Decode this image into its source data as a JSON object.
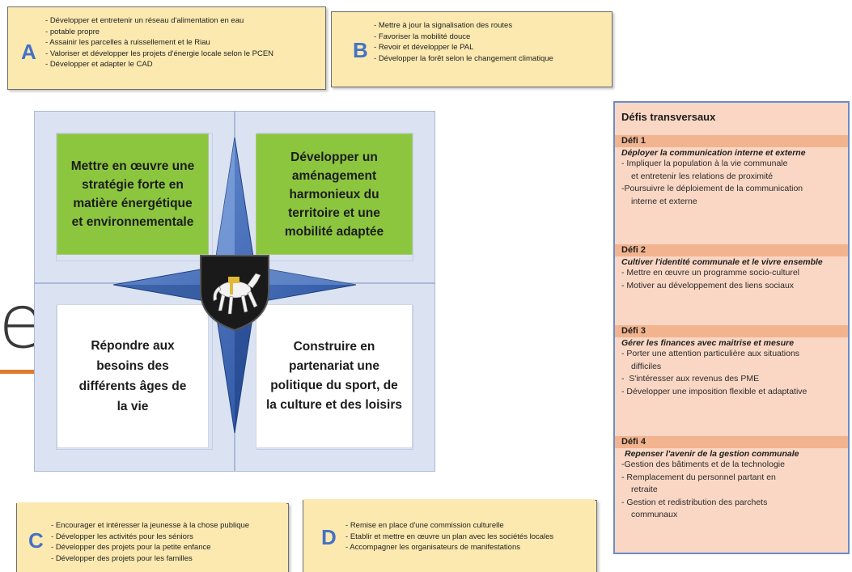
{
  "callouts": {
    "A": {
      "letter": "A",
      "items": [
        "Développer et entretenir un réseau d'alimentation en eau",
        "potable propre",
        "Assainir les parcelles à ruissellement et le Riau",
        "Valoriser et développer les projets d'énergie locale selon le PCEN",
        "Développer et adapter le CAD"
      ]
    },
    "B": {
      "letter": "B",
      "items": [
        "Mettre à jour la signalisation des routes",
        "Favoriser la mobilité douce",
        "Revoir et développer le PAL",
        "Développer la forêt selon le changement climatique"
      ]
    },
    "C": {
      "letter": "C",
      "items": [
        "Encourager et intéresser la jeunesse à la chose publique",
        "Développer les activités pour les séniors",
        "Développer des projets pour la petite enfance",
        "Développer des projets pour les familles"
      ]
    },
    "D": {
      "letter": "D",
      "items": [
        "Remise en place d'une commission culturelle",
        "Etablir et mettre en œuvre un plan avec les sociétés locales",
        "Accompagner les organisateurs de manifestations"
      ]
    }
  },
  "quadrants": {
    "top_left": "Mettre en œuvre une stratégie forte en matière énergétique et environnementale",
    "top_right": "Développer un aménagement harmonieux du territoire et une mobilité adaptée",
    "bottom_left": "Répondre aux besoins des différents âges de la vie",
    "bottom_right": "Construire en partenariat une politique du sport, de la culture et des loisirs"
  },
  "background_letter": "e",
  "panel": {
    "title": "Défis transversaux",
    "defis": [
      {
        "heading": "Défi 1",
        "subtitle": "Déployer la communication interne et externe",
        "items": [
          [
            "Impliquer la population à la vie communale",
            "et entretenir les relations de proximité"
          ],
          [
            "Poursuivre le déploiement de la communication",
            "interne et externe"
          ]
        ]
      },
      {
        "heading": "Défi 2",
        "subtitle": "Cultiver l'identité communale et le vivre ensemble",
        "items": [
          [
            "Mettre en œuvre un programme socio-culturel"
          ],
          [
            "Motiver au développement des liens sociaux"
          ]
        ]
      },
      {
        "heading": "Défi 3",
        "subtitle": "Gérer les finances avec maitrise et mesure",
        "items": [
          [
            "Porter une attention particulière aux situations",
            "difficiles"
          ],
          [
            "S'intéresser aux revenus des PME"
          ],
          [
            "Développer une imposition flexible et adaptative"
          ]
        ]
      },
      {
        "heading": "Défi 4",
        "subtitle": "Repenser l'avenir de la gestion communale",
        "items": [
          [
            "Gestion des bâtiments et de la technologie"
          ],
          [
            "Remplacement du personnel partant en",
            "retraite"
          ],
          [
            "Gestion et redistribution des parchets",
            "communaux"
          ]
        ]
      }
    ]
  },
  "colors": {
    "callout_bg": "#fbe9b0",
    "letter": "#4472c4",
    "green_tile": "#8cc63e",
    "frame": "#dbe3f3",
    "star_blue": "#2f5aa8",
    "panel_bg": "#fad7c4",
    "panel_heading_bg": "#f2b48f",
    "accent_line": "#e07a2e"
  }
}
